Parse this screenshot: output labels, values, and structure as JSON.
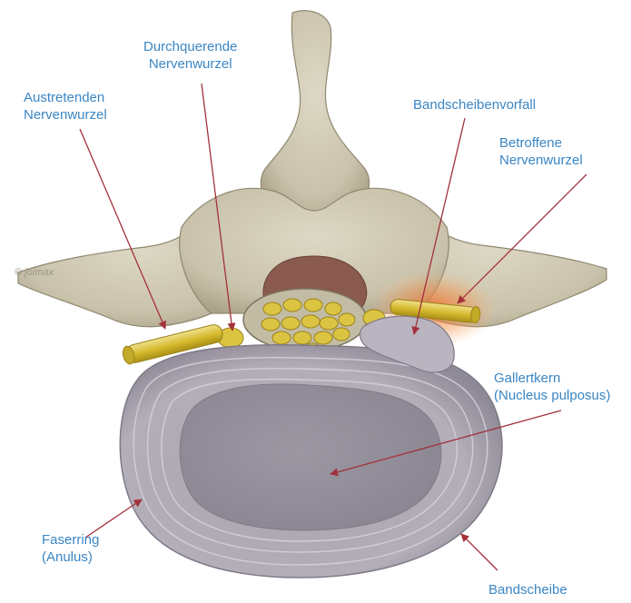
{
  "labels": {
    "exiting_root": {
      "line1": "Austretenden",
      "line2": "Nervenwurzel"
    },
    "traversing_root": {
      "line1": "Durchquerende",
      "line2": "Nervenwurzel"
    },
    "herniation": "Bandscheibenvorfall",
    "affected_root": {
      "line1": "Betroffene",
      "line2": "Nervenwurzel"
    },
    "nucleus": {
      "line1": "Gallertkern",
      "line2": "(Nucleus pulposus)"
    },
    "anulus": {
      "line1": "Faserring",
      "line2": "(Anulus)"
    },
    "disc": "Bandscheibe"
  },
  "watermark": "© joimax",
  "colors": {
    "label_text": "#3a86c4",
    "pointer": "#a3313b",
    "bone": "#cdc7b3",
    "disc": "#b7b2bc",
    "nerve": "#d9c13a",
    "inflammation": "#f08a3c"
  }
}
